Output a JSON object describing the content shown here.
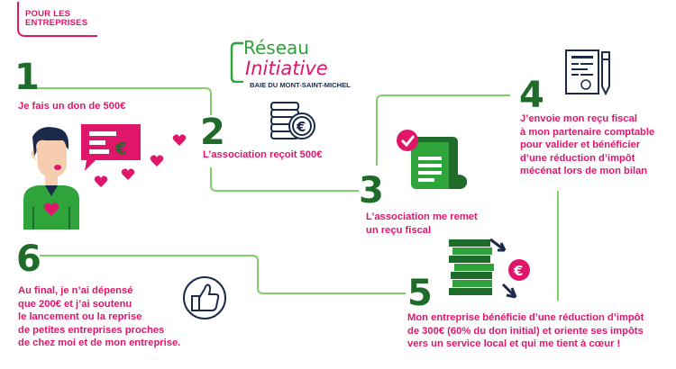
{
  "corner_label": {
    "line1": "POUR LES",
    "line2": "ENTREPRISES"
  },
  "logo": {
    "reseau": "Réseau",
    "initiative": "Initiative",
    "region": "BAIE DU MONT-SAINT-MICHEL"
  },
  "steps": [
    {
      "number": "1",
      "text_lines": [
        "Je fais un don de 500€"
      ]
    },
    {
      "number": "2",
      "text_lines": [
        "L’association reçoit 500€"
      ]
    },
    {
      "number": "3",
      "text_lines": [
        "L’association me remet",
        "un reçu fiscal"
      ]
    },
    {
      "number": "4",
      "text_lines": [
        "J’envoie mon reçu fiscal",
        "à mon partenaire comptable",
        "pour valider et bénéficier",
        "d’une réduction d’impôt",
        "mécénat lors de mon bilan"
      ]
    },
    {
      "number": "5",
      "text_lines": [
        "Mon entreprise bénéficie d’une réduction d’impôt",
        "de 300€ (60% du don initial) et oriente ses impôts",
        "vers un service local et qui me tient à cœur !"
      ]
    },
    {
      "number": "6",
      "text_lines": [
        "Au final, je n’ai dépensé",
        "que 200€ et j’ai soutenu",
        "le lancement ou la reprise",
        "de petites entreprises proches",
        "de chez moi et de mon entreprise."
      ]
    }
  ],
  "icons": {
    "euro_symbol": "€",
    "person": "donor-person-icon",
    "coins": "coins-euro-icon",
    "receipt": "receipt-check-icon",
    "document": "document-pen-icon",
    "money_stack": "money-stack-icon",
    "thumbs_up": "thumbs-up-icon"
  },
  "colors": {
    "pink": "#e0166b",
    "green": "#1f6b2a",
    "light_green": "#2ea43a",
    "line_green": "#7fcf6a",
    "dark": "#1b2a4a"
  }
}
